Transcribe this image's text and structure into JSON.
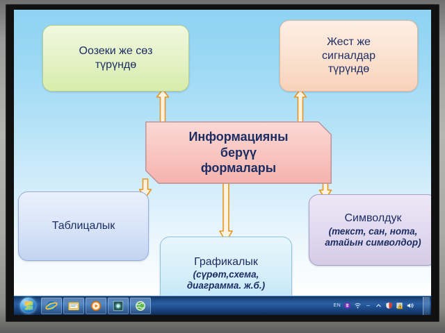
{
  "diagram": {
    "title_node": {
      "id": "information-forms",
      "text": "Информацияны\nберүү\nформалары",
      "fill": "#f8c7c2"
    },
    "nodes": [
      {
        "id": "oral",
        "title": "Оозеки же сөз\nтүрүндө",
        "subtitle": "",
        "fill": "#e6f3cb"
      },
      {
        "id": "gesture",
        "title": "Жест же\nсигналдар\nтүрүндө",
        "subtitle": "",
        "fill": "#fbe3d2"
      },
      {
        "id": "table",
        "title": "Таблицалык",
        "subtitle": "",
        "fill": "#dbe6f9"
      },
      {
        "id": "graphic",
        "title": "Графикалык",
        "subtitle": "(сүрөт,схема,\nдиаграмма. ж.б.)",
        "fill": "#d7effa"
      },
      {
        "id": "symbol",
        "title": "Символдук",
        "subtitle": "(текст, сан, нота,\nатайын символдор)",
        "fill": "#e3dcf1"
      }
    ],
    "arrows": [
      {
        "id": "to-oral",
        "direction": "up",
        "icon": "arrow-up-icon"
      },
      {
        "id": "to-gesture",
        "direction": "up",
        "icon": "arrow-up-icon"
      },
      {
        "id": "to-table",
        "direction": "down",
        "icon": "arrow-down-icon"
      },
      {
        "id": "to-graphic",
        "direction": "down",
        "icon": "arrow-down-icon"
      },
      {
        "id": "to-symbol",
        "direction": "down",
        "icon": "arrow-down-icon"
      }
    ],
    "colors": {
      "text": "#1c2d63",
      "arrow_stroke": "#e8941f",
      "arrow_fill": "#fdf3e0",
      "background_top": "#8ed2f2",
      "background_bottom": "#ffffff"
    }
  },
  "taskbar": {
    "start_button": "start-orb",
    "items": [
      {
        "id": "internet-explorer",
        "icon": "internet-explorer-icon"
      },
      {
        "id": "windows-explorer",
        "icon": "folder-icon"
      },
      {
        "id": "media-player",
        "icon": "media-player-icon"
      },
      {
        "id": "app-green",
        "icon": "app-icon"
      },
      {
        "id": "app-globe",
        "icon": "globe-icon"
      }
    ],
    "tray": {
      "language": "EN",
      "icons": [
        {
          "id": "action-center",
          "icon": "flag-icon"
        },
        {
          "id": "network",
          "icon": "network-icon"
        },
        {
          "id": "overflow",
          "icon": "chevron-up-icon"
        },
        {
          "id": "antivirus",
          "icon": "shield-icon"
        },
        {
          "id": "warning",
          "icon": "warning-icon"
        },
        {
          "id": "volume",
          "icon": "speaker-icon"
        }
      ]
    },
    "show_desktop": "show-desktop-button"
  }
}
